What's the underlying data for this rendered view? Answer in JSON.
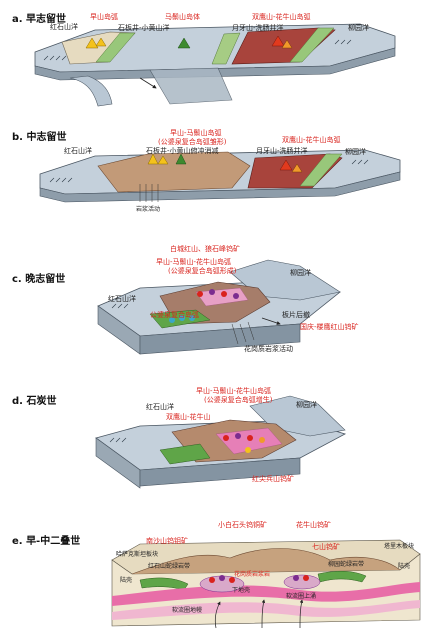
{
  "panels": {
    "a": {
      "title": "a. 早志留世",
      "labels": {
        "hongshishan_ocean": "红石山洋",
        "zaoshan_arc": "早山岛弧",
        "mazongshan_island": "马鬃山岛体",
        "shuangyingshan_arc": "双鹰山-花牛山岛弧",
        "shibanjing_ocean": "石板井-小黄山洋",
        "yueyashan_ocean": "月牙山-洗肠井洋",
        "liuyuan_ocean": "柳园洋"
      }
    },
    "b": {
      "title": "b. 中志留世",
      "labels": {
        "hongshishan_ocean": "红石山洋",
        "zaoshan_mazongshan": "早山-马鬃山岛弧",
        "composite_arc": "(公婆泉复合岛弧雏形)",
        "shibanjing_ocean": "石板井-小黄山俯冲消减",
        "yueyashan_ocean": "月牙山-洗肠井洋",
        "shuangyingshan_arc": "双鹰山-花牛山岛弧",
        "liuyuan_ocean": "柳园洋",
        "magma": "岩浆活动"
      }
    },
    "c": {
      "title": "c. 晚志留世",
      "labels": {
        "top_deposit": "白城红山、狼石峰钨矿",
        "zaoshan_shuangying": "早山-马鬃山-花牛山岛弧",
        "composite_arc": "(公婆泉复合岛弧形成)",
        "liuyuan_ocean": "柳园洋",
        "hongshishan_ocean": "红石山洋",
        "composite_arc_red": "公婆泉复合岛弧",
        "subduction": "板片后撤",
        "guoshan": "国庆-楼鹰红山钨矿",
        "granite": "花岗质岩浆活动"
      }
    },
    "d": {
      "title": "d. 石炭世",
      "labels": {
        "hongshishan_ocean": "红石山洋",
        "zaoshan": "早山-马鬃山-花牛山岛弧",
        "composite_arc": "(公婆泉复合岛弧增生)",
        "liuyuan_ocean": "柳园洋",
        "shuangyingshan": "双鹰山-花牛山",
        "hongyangshan": "红尖兵山钨矿"
      }
    },
    "e": {
      "title": "e. 早-中二叠世",
      "labels": {
        "deposit1": "南沙山钨钼矿",
        "deposit2": "小白石头钨铜矿",
        "deposit3": "花牛山钨矿",
        "deposit4": "七山钨矿",
        "left_block": "哈萨克斯坦板块",
        "right_block": "塔里木板块",
        "hongshishan_belt": "红石山蛇绿岩带",
        "liuyuan_belt": "柳园蛇绿岩带",
        "granite": "花岗质岩浆岩",
        "lower_crust": "下地壳",
        "mantle_left": "软流圈地幔",
        "mantle_right": "软流圈上涌",
        "basin_left": "陆壳",
        "basin_right": "陆壳"
      }
    }
  },
  "colors": {
    "ocean_crust": "#b9c7d4",
    "ocean_crust_dark": "#8e9daa",
    "arc_red": "#a8443c",
    "arc_green": "#5fa548",
    "arc_brown": "#c29a78",
    "beige": "#e6dbc0",
    "pink": "#e86ea8",
    "label_red": "#d9231d"
  }
}
